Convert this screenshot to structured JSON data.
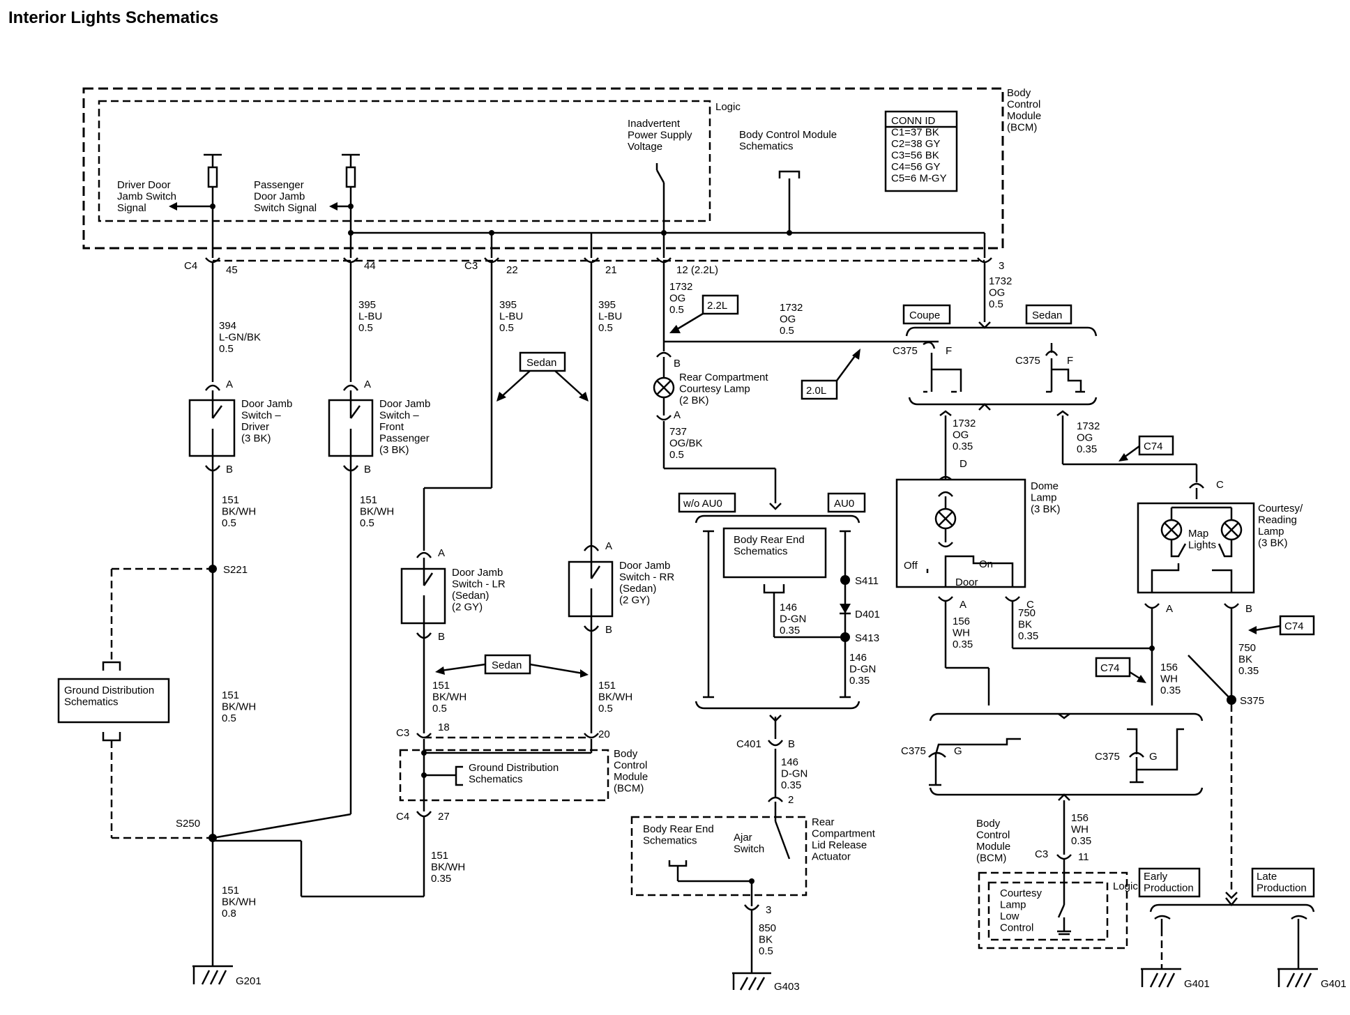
{
  "title": "Interior Lights Schematics",
  "labels": {
    "logic1": "Logic",
    "bcm_label": [
      "Body",
      "Control",
      "Module",
      "(BCM)"
    ],
    "conn_id": [
      "CONN ID",
      "C1=37 BK",
      "C2=38 GY",
      "C3=56 BK",
      "C4=56 GY",
      "C5=6 M-GY"
    ],
    "inadvertent": [
      "Inadvertent",
      "Power Supply",
      "Voltage"
    ],
    "bcm_schem": [
      "Body Control Module",
      "Schematics"
    ],
    "driver_sig": [
      "Driver Door",
      "Jamb Switch",
      "Signal"
    ],
    "pass_sig": [
      "Passenger",
      "Door Jamb",
      "Switch Signal"
    ],
    "c4a": "C4",
    "p45": "45",
    "p44": "44",
    "c3a": "C3",
    "p22": "22",
    "p21": "21",
    "p12": "12 (2.2L)",
    "p3": "3",
    "w394": [
      "394",
      "L-GN/BK",
      "0.5"
    ],
    "w395a": [
      "395",
      "L-BU",
      "0.5"
    ],
    "w395b": [
      "395",
      "L-BU",
      "0.5"
    ],
    "w395c": [
      "395",
      "L-BU",
      "0.5"
    ],
    "w1732a": [
      "1732",
      "OG",
      "0.5"
    ],
    "w1732b": [
      "1732",
      "OG",
      "0.5"
    ],
    "w1732c": [
      "1732",
      "OG",
      "0.5"
    ],
    "tag22": "2.2L",
    "tag20": "2.0L",
    "coupe": "Coupe",
    "sedan1": "Sedan",
    "sedan2": "Sedan",
    "sedan3": "Sedan",
    "c375a": "C375",
    "fa": "F",
    "c375b": "C375",
    "fb": "F",
    "pinA1": "A",
    "pinA2": "A",
    "pinB1": "B",
    "pinB2": "B",
    "djd": [
      "Door Jamb",
      "Switch –",
      "Driver",
      "(3 BK)"
    ],
    "djp": [
      "Door Jamb",
      "Switch –",
      "Front",
      "Passenger",
      "(3 BK)"
    ],
    "w151a": [
      "151",
      "BK/WH",
      "0.5"
    ],
    "w151b": [
      "151",
      "BK/WH",
      "0.5"
    ],
    "s221": "S221",
    "gds1": [
      "Ground Distribution",
      "Schematics"
    ],
    "w151c": [
      "151",
      "BK/WH",
      "0.5"
    ],
    "s250": "S250",
    "w151d": [
      "151",
      "BK/WH",
      "0.8"
    ],
    "g201": "G201",
    "pinA3": "A",
    "pinA4": "A",
    "pinB3": "B",
    "pinB4": "B",
    "djlr": [
      "Door Jamb",
      "Switch - LR",
      "(Sedan)",
      "(2 GY)"
    ],
    "djrr": [
      "Door Jamb",
      "Switch - RR",
      "(Sedan)",
      "(2 GY)"
    ],
    "w151e": [
      "151",
      "BK/WH",
      "0.5"
    ],
    "w151f": [
      "151",
      "BK/WH",
      "0.5"
    ],
    "c3b": "C3",
    "p18": "18",
    "p20": "20",
    "gds2": [
      "Ground Distribution",
      "Schematics"
    ],
    "bcm2": [
      "Body",
      "Control",
      "Module",
      "(BCM)"
    ],
    "c4b": "C4",
    "p27": "27",
    "w151g": [
      "151",
      "BK/WH",
      "0.35"
    ],
    "pinB5": "B",
    "pinA5": "A",
    "rccl": [
      "Rear Compartment",
      "Courtesy Lamp",
      "(2 BK)"
    ],
    "w737": [
      "737",
      "OG/BK",
      "0.5"
    ],
    "woau0": "w/o AU0",
    "au0": "AU0",
    "bres1": [
      "Body Rear End",
      "Schematics"
    ],
    "w146a": [
      "146",
      "D-GN",
      "0.35"
    ],
    "s411": "S411",
    "d401": "D401",
    "s413": "S413",
    "w146b": [
      "146",
      "D-GN",
      "0.35"
    ],
    "c401": "C401",
    "pinB6": "B",
    "w146c": [
      "146",
      "D-GN",
      "0.35"
    ],
    "p2": "2",
    "bres2": [
      "Body Rear End",
      "Schematics"
    ],
    "ajar": [
      "Ajar",
      "Switch"
    ],
    "rclra": [
      "Rear",
      "Compartment",
      "Lid Release",
      "Actuator"
    ],
    "p3b": "3",
    "w850": [
      "850",
      "BK",
      "0.5"
    ],
    "g403": "G403",
    "w1732d": [
      "1732",
      "OG",
      "0.35"
    ],
    "w1732e": [
      "1732",
      "OG",
      "0.35"
    ],
    "pinD": "D",
    "dome": [
      "Dome",
      "Lamp",
      "(3 BK)"
    ],
    "off": "Off",
    "on": "On",
    "door": "Door",
    "pinA6": "A",
    "pinC1": "C",
    "w156a": [
      "156",
      "WH",
      "0.35"
    ],
    "w750a": [
      "750",
      "BK",
      "0.35"
    ],
    "c74a": "C74",
    "c74b": "C74",
    "c74c": "C74",
    "pinC2": "C",
    "courtesy": [
      "Courtesy/",
      "Reading",
      "Lamp",
      "(3 BK)"
    ],
    "map": [
      "Map",
      "Lights"
    ],
    "pinA7": "A",
    "pinB7": "B",
    "w156b": [
      "156",
      "WH",
      "0.35"
    ],
    "w750b": [
      "750",
      "BK",
      "0.35"
    ],
    "s375": "S375",
    "c375c": "C375",
    "ga": "G",
    "c375d": "C375",
    "gb": "G",
    "w156c": [
      "156",
      "WH",
      "0.35"
    ],
    "bcm3": [
      "Body",
      "Control",
      "Module",
      "(BCM)"
    ],
    "c3c": "C3",
    "p11": "11",
    "logic2": "Logic",
    "cllc": [
      "Courtesy",
      "Lamp",
      "Low",
      "Control"
    ],
    "early": [
      "Early",
      "Production"
    ],
    "late": [
      "Late",
      "Production"
    ],
    "g401a": "G401",
    "g401b": "G401"
  }
}
